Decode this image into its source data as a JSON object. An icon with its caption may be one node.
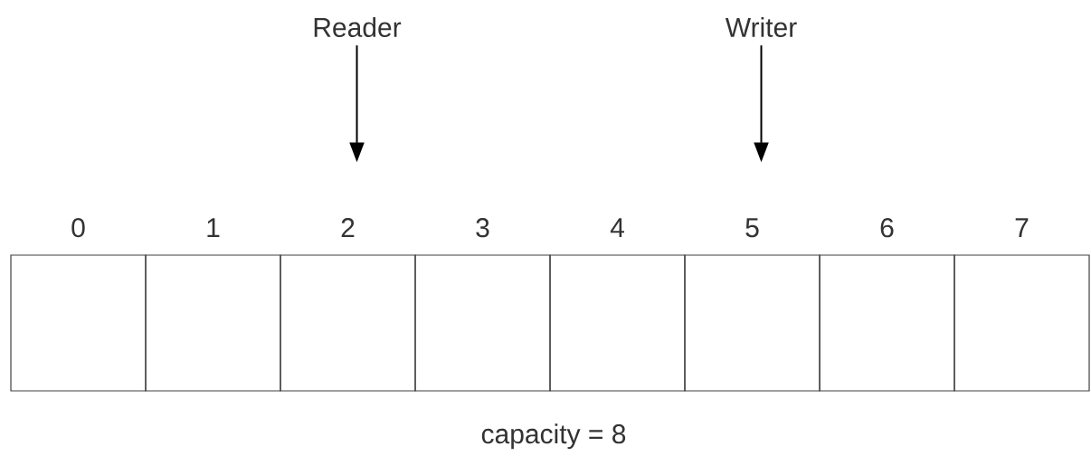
{
  "diagram": {
    "nodes": [
      {
        "text": [
          "Reader"
        ]
      },
      {
        "text": [
          "Writer"
        ]
      },
      {
        "text": [],
        "shape": "box",
        "beside": [
          "0"
        ]
      },
      {
        "text": [],
        "shape": "box",
        "beside": [
          "1"
        ]
      },
      {
        "text": [],
        "shape": "box",
        "beside": [
          "2"
        ]
      },
      {
        "text": [],
        "shape": "box",
        "beside": [
          "3"
        ]
      },
      {
        "text": [],
        "shape": "box",
        "beside": [
          "4"
        ]
      },
      {
        "text": [],
        "shape": "box",
        "beside": [
          "5"
        ]
      },
      {
        "text": [],
        "shape": "box",
        "beside": [
          "6"
        ]
      },
      {
        "text": [],
        "shape": "box",
        "beside": [
          "7"
        ]
      }
    ],
    "edges": [
      {
        "from": 0,
        "to": 4,
        "arrow": "to"
      },
      {
        "from": 1,
        "to": 7,
        "arrow": "to"
      }
    ],
    "labels": [
      "capacity = 8"
    ]
  }
}
